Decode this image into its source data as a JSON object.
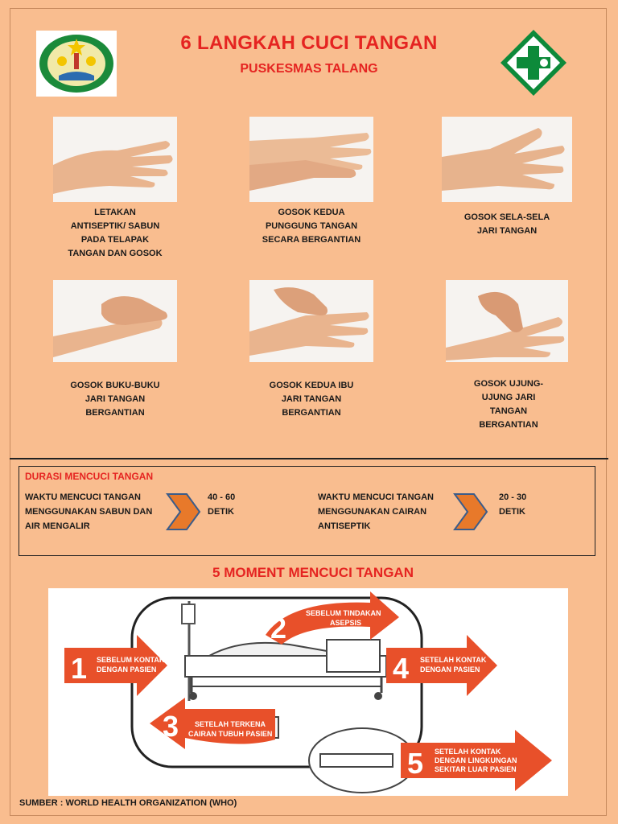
{
  "header": {
    "title": "6 LANGKAH CUCI TANGAN",
    "subtitle": "PUSKESMAS TALANG"
  },
  "logos": {
    "left": "municipal-emblem",
    "right": "puskesmas-cross-emblem"
  },
  "steps": [
    {
      "label": "LETAKAN\nANTISEPTIK/ SABUN\nPADA TELAPAK\nTANGAN DAN GOSOK"
    },
    {
      "label": "GOSOK KEDUA\nPUNGGUNG TANGAN\nSECARA BERGANTIAN"
    },
    {
      "label": "GOSOK SELA-SELA\nJARI TANGAN"
    },
    {
      "label": "GOSOK BUKU-BUKU\nJARI TANGAN\nBERGANTIAN"
    },
    {
      "label": "GOSOK KEDUA IBU\nJARI TANGAN\nBERGANTIAN"
    },
    {
      "label": "GOSOK UJUNG-\nUJUNG JARI\nTANGAN\nBERGANTIAN"
    }
  ],
  "duration": {
    "title": "DURASI MENCUCI TANGAN",
    "items": [
      {
        "desc": "WAKTU MENCUCI TANGAN\nMENGGUNAKAN SABUN DAN\nAIR MENGALIR",
        "time": "40 - 60\nDETIK"
      },
      {
        "desc": "WAKTU MENCUCI TANGAN\nMENGGUNAKAN CAIRAN\nANTISEPTIK",
        "time": "20 - 30\nDETIK"
      }
    ]
  },
  "moments": {
    "title": "5 MOMENT MENCUCI TANGAN",
    "items": [
      {
        "num": "1",
        "line1": "SEBELUM KONTAK",
        "line2": "DENGAN PASIEN"
      },
      {
        "num": "2",
        "line1": "SEBELUM TINDAKAN",
        "line2": "ASEPSIS"
      },
      {
        "num": "3",
        "line1": "SETELAH TERKENA",
        "line2": "CAIRAN TUBUH PASIEN"
      },
      {
        "num": "4",
        "line1": "SETELAH KONTAK",
        "line2": "DENGAN PASIEN"
      },
      {
        "num": "5",
        "line1": "SETELAH KONTAK",
        "line2": "DENGAN LINGKUNGAN",
        "line3": "SEKITAR LUAR PASIEN"
      }
    ]
  },
  "footer": {
    "source": "SUMBER : WORLD HEALTH ORGANIZATION (WHO)"
  },
  "colors": {
    "background": "#f9bd8f",
    "accent_red": "#e52421",
    "moment_orange": "#e8502a",
    "logo_green": "#0d8a3a"
  }
}
